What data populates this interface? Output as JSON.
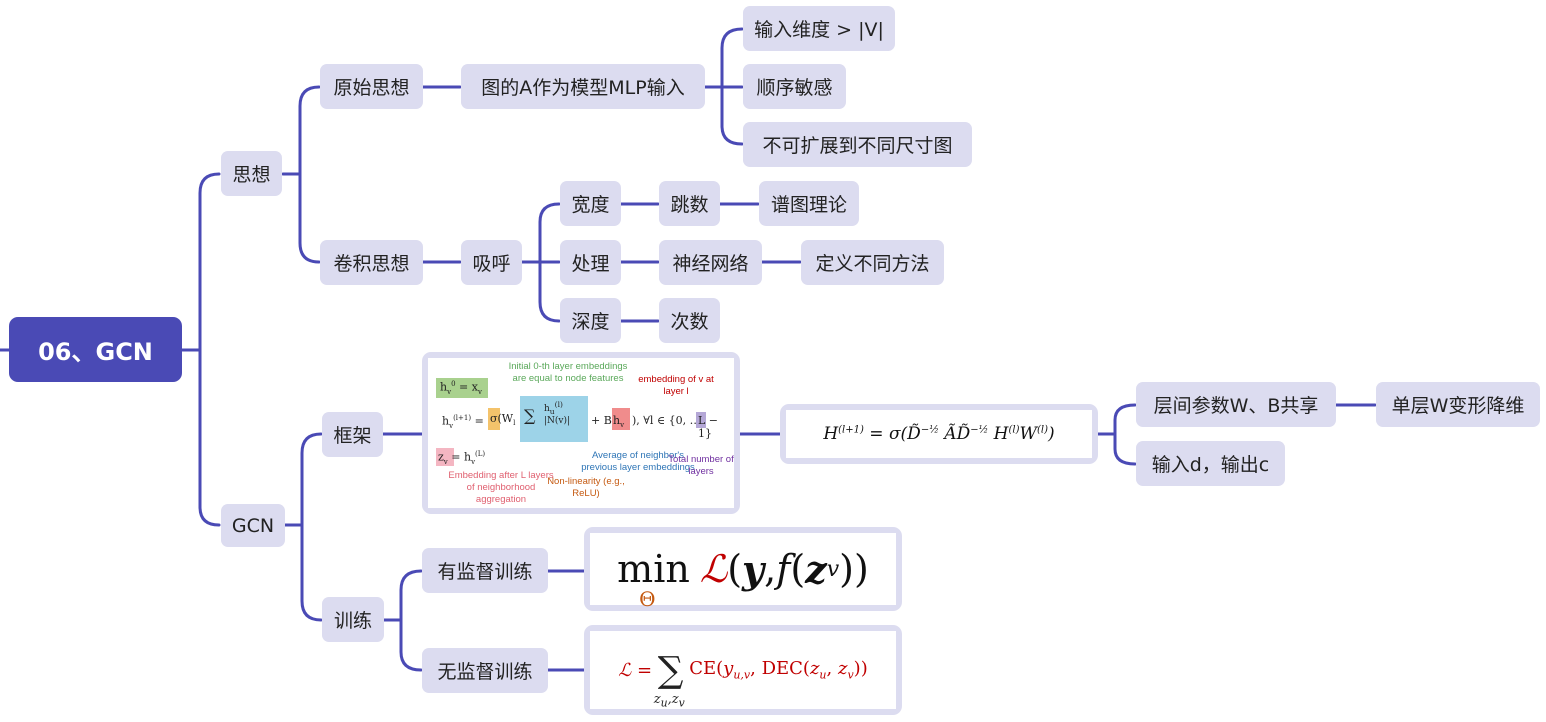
{
  "root": "06、GCN",
  "l1": {
    "sixiang": "思想",
    "gcn": "GCN"
  },
  "sixiang": {
    "yuanshi": "原始思想",
    "yuanshi_child": "图的A作为模型MLP输入",
    "yuanshi_leaves": [
      "输入维度 > |V|",
      "顺序敏感",
      "不可扩展到不同尺寸图"
    ],
    "juanji": "卷积思想",
    "huxi": "吸呼",
    "kuandu": "宽度",
    "tiaoshu": "跳数",
    "putu": "谱图理论",
    "chuli": "处理",
    "shenjing": "神经网络",
    "dingyi": "定义不同方法",
    "shendu": "深度",
    "cishu": "次数"
  },
  "gcn": {
    "kuangjia": "框架",
    "xunlian": "训练",
    "youjiandu": "有监督训练",
    "wujiandu": "无监督训练",
    "param_share": "层间参数W、B共享",
    "single_w": "单层W变形降维",
    "io": "输入d，输出c"
  },
  "framework_img": {
    "init_note": "Initial 0-th layer embeddings are equal to node features",
    "emb_note": "embedding of v at layer l",
    "avg_note": "Average of neighbor's previous layer embeddings",
    "total_note": "Total number of layers",
    "embafter_note": "Embedding after L layers of neighborhood aggregation",
    "nonlin_note": "Non-linearity (e.g., ReLU)"
  },
  "colors": {
    "root_bg": "#4a4ab5",
    "node_bg": "#dcdcf0",
    "line": "#4a4ab5",
    "formula_red": "#c00000",
    "theta_orange": "#c55a11"
  }
}
